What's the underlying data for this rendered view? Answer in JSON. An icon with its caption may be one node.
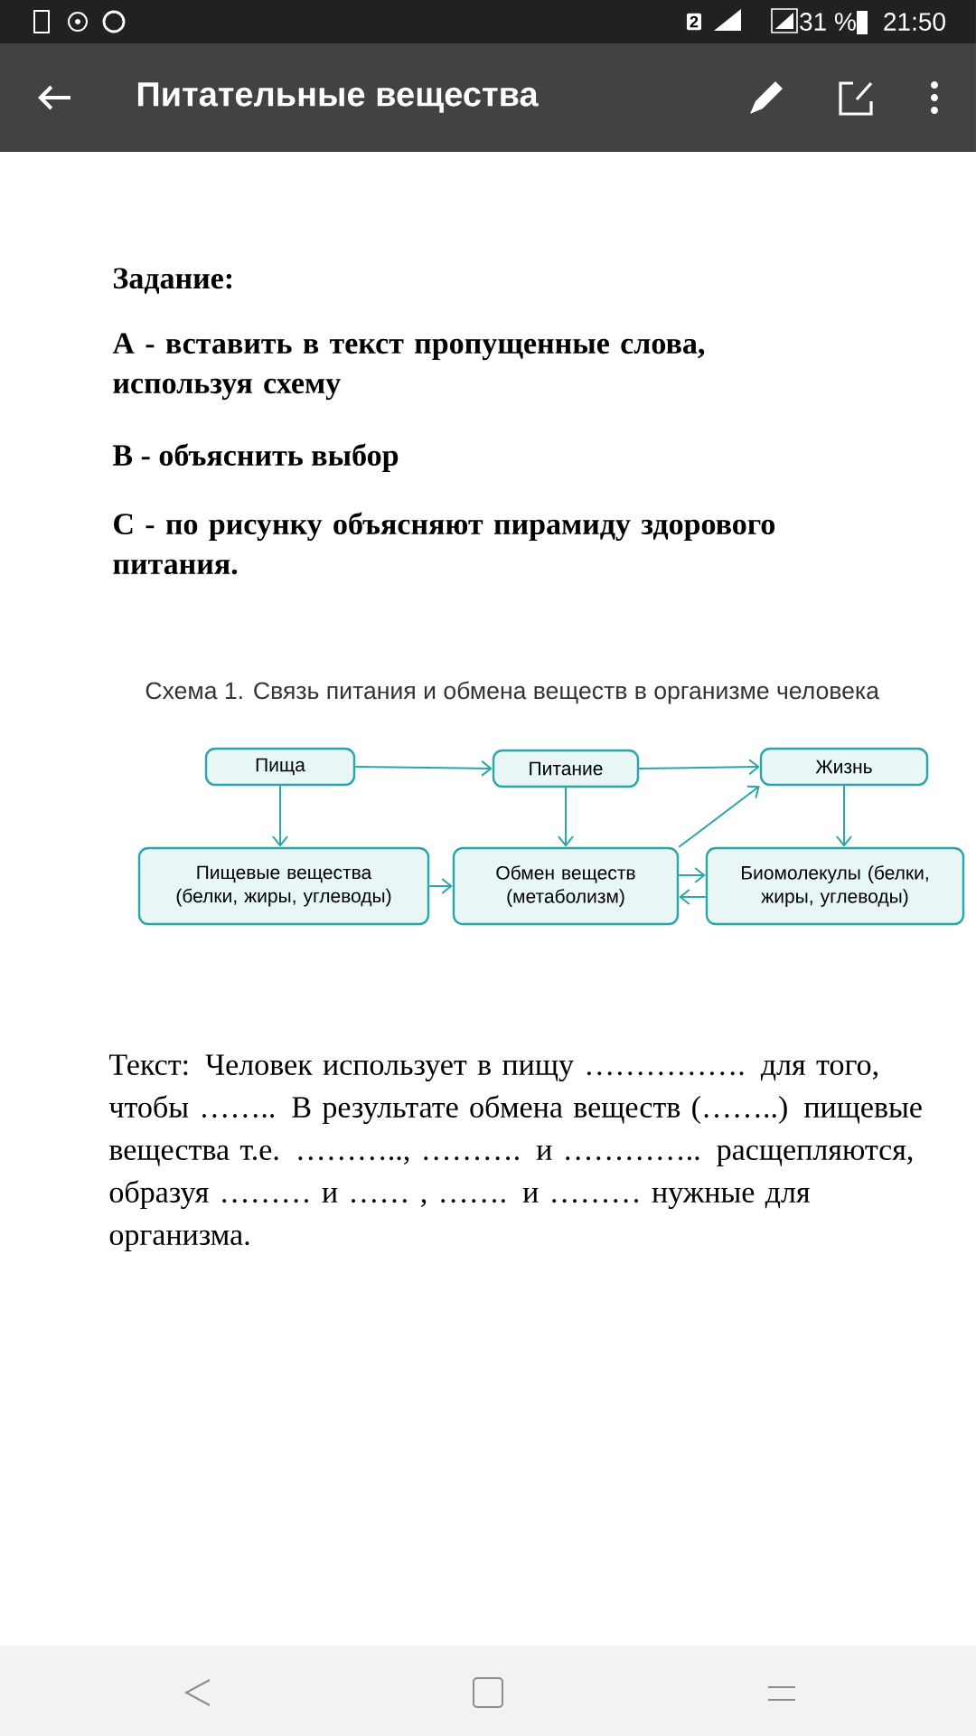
{
  "diagram": {
    "title": "Питательные вещества",
    "caption": "Схема 1. Связь питания и обмена веществ в организме человека",
    "nodes": [
      {
        "text": [
          "Пища"
        ]
      },
      {
        "text": [
          "Питание"
        ]
      },
      {
        "text": [
          "Жизнь"
        ]
      },
      {
        "text": [
          "Пищевые вещества (белки, жиры, углеводы)"
        ]
      },
      {
        "text": [
          "Обмен веществ (метаболизм)"
        ]
      },
      {
        "text": [
          "Биомолекулы (белки, жиры, углеводы)"
        ]
      }
    ],
    "edges": [
      {
        "from": 0,
        "to": 1,
        "arrow": "to"
      },
      {
        "from": 1,
        "to": 2,
        "arrow": "to"
      },
      {
        "from": 0,
        "to": 3,
        "arrow": "to"
      },
      {
        "from": 1,
        "to": 4,
        "arrow": "to"
      },
      {
        "from": 2,
        "to": 5,
        "arrow": "to"
      },
      {
        "from": 3,
        "to": 4,
        "arrow": "to"
      },
      {
        "from": 4,
        "to": 2,
        "arrow": "to"
      },
      {
        "from": 4,
        "to": 5,
        "arrow": "to"
      },
      {
        "from": 5,
        "to": 4,
        "arrow": "to"
      }
    ],
    "labels": [
      "2",
      "31 %",
      "21:50",
      "Задание:",
      "А - вставить в текст пропущенные слова, используя схему",
      "В - объяснить выбор",
      "С - по рисунку объясняют пирамиду здорового питания.",
      "Текст: Человек использует в пищу ……………. для того, чтобы …….. В результате обмена веществ (……..) пищевые вещества т.е. ……….., ………. и ………….. расщепляются, образуя ……… и …… , ……. и ……… нужные для организма."
    ]
  }
}
